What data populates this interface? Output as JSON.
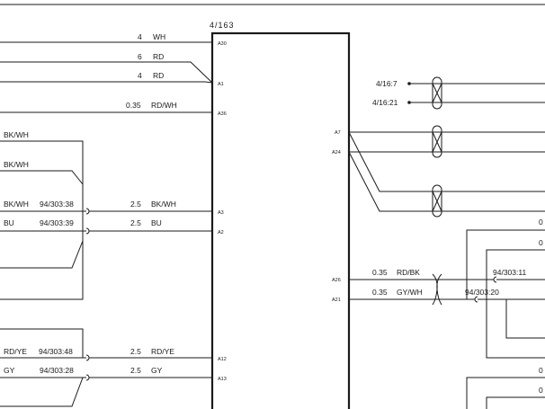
{
  "component": {
    "label": "4/163",
    "pins": {
      "A30": "A30",
      "A1": "A1",
      "A36": "A36",
      "A3": "A3",
      "A2": "A2",
      "A12": "A12",
      "A13": "A13",
      "A7": "A7",
      "A24": "A24",
      "A26": "A26",
      "A21": "A21"
    }
  },
  "left_wires": [
    {
      "size": "4",
      "color": "WH"
    },
    {
      "size": "6",
      "color": "RD"
    },
    {
      "size": "4",
      "color": "RD"
    },
    {
      "size": "0.35",
      "color": "RD/WH"
    },
    {
      "size": "2.5",
      "color": "BK/WH"
    },
    {
      "size": "2.5",
      "color": "BU"
    },
    {
      "size": "2.5",
      "color": "RD/YE"
    },
    {
      "size": "2.5",
      "color": "GY"
    }
  ],
  "far_left_labels": [
    "BK/WH",
    "BK/WH",
    "BK/WH",
    "BU",
    "RD/YE",
    "GY"
  ],
  "connectors_left": [
    "94/303:38",
    "94/303:39",
    "94/303:48",
    "94/303:28"
  ],
  "right_wires": [
    {
      "size": "0.35",
      "color": "RD/BK"
    },
    {
      "size": "0.35",
      "color": "GY/WH"
    }
  ],
  "connectors_right": [
    "94/303:11",
    "94/303:20"
  ],
  "ref_labels": [
    "4/16:7",
    "4/16:21"
  ],
  "edge_digits": [
    "0",
    "0",
    "0",
    "0"
  ]
}
